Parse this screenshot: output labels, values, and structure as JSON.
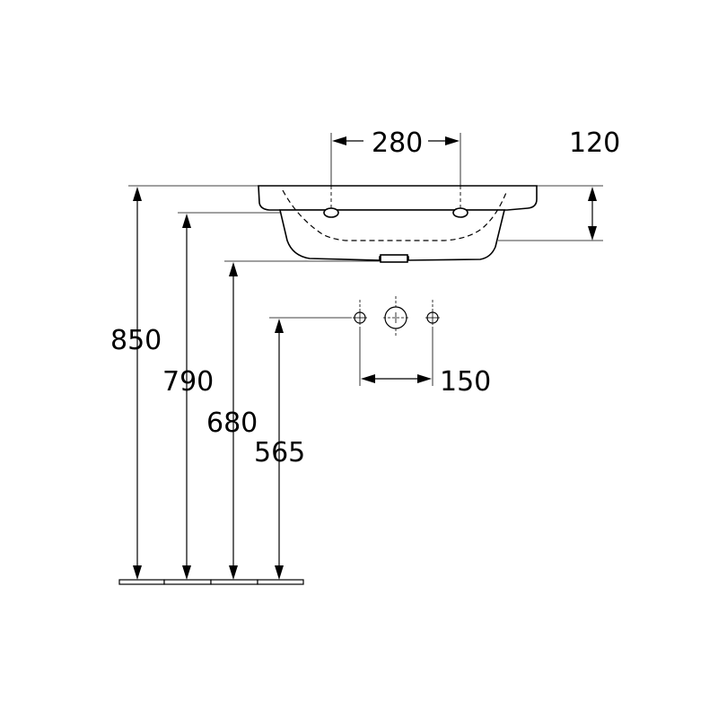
{
  "dimensions": {
    "height_850": "850",
    "height_790": "790",
    "height_680": "680",
    "height_565": "565",
    "tap_spacing_280": "280",
    "depth_120": "120",
    "wall_spacing_150": "150"
  },
  "colors": {
    "ink": "#000000",
    "background": "#ffffff"
  }
}
